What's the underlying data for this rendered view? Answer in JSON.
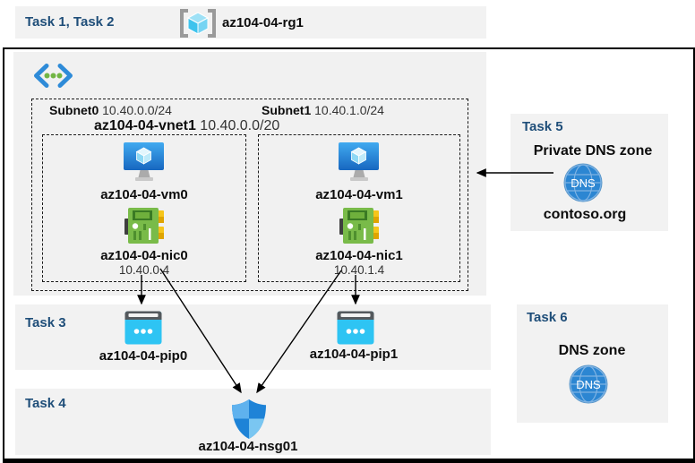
{
  "header": {
    "tasks_label": "Task 1, Task 2",
    "resource_group": "az104-04-rg1"
  },
  "vnet": {
    "name": "az104-04-vnet1",
    "cidr": "10.40.0.0/20"
  },
  "subnets": [
    {
      "name": "Subnet0",
      "cidr": "10.40.0.0/24",
      "vm_name": "az104-04-vm0",
      "nic_name": "az104-04-nic0",
      "nic_ip": "10.40.0.4"
    },
    {
      "name": "Subnet1",
      "cidr": "10.40.1.0/24",
      "vm_name": "az104-04-vm1",
      "nic_name": "az104-04-nic1",
      "nic_ip": "10.40.1.4"
    }
  ],
  "task3": {
    "label": "Task 3",
    "pip0": "az104-04-pip0",
    "pip1": "az104-04-pip1"
  },
  "task4": {
    "label": "Task 4",
    "nsg_name": "az104-04-nsg01"
  },
  "task5": {
    "label": "Task 5",
    "title": "Private DNS zone",
    "zone_name": "contoso.org",
    "dns_icon_label": "DNS"
  },
  "task6": {
    "label": "Task 6",
    "title": "DNS zone",
    "dns_icon_label": "DNS"
  },
  "colors": {
    "task_label": "#1F4E79",
    "section_bg": "#F2F2F2",
    "vnet_bg": "#F1F1F1",
    "vm_blue": "#2B8BDD",
    "nic_green": "#79BB49",
    "pip_cyan": "#2EC4F3",
    "shield_blue": "#1E83D7",
    "dns_blue": "#2C86D2"
  }
}
